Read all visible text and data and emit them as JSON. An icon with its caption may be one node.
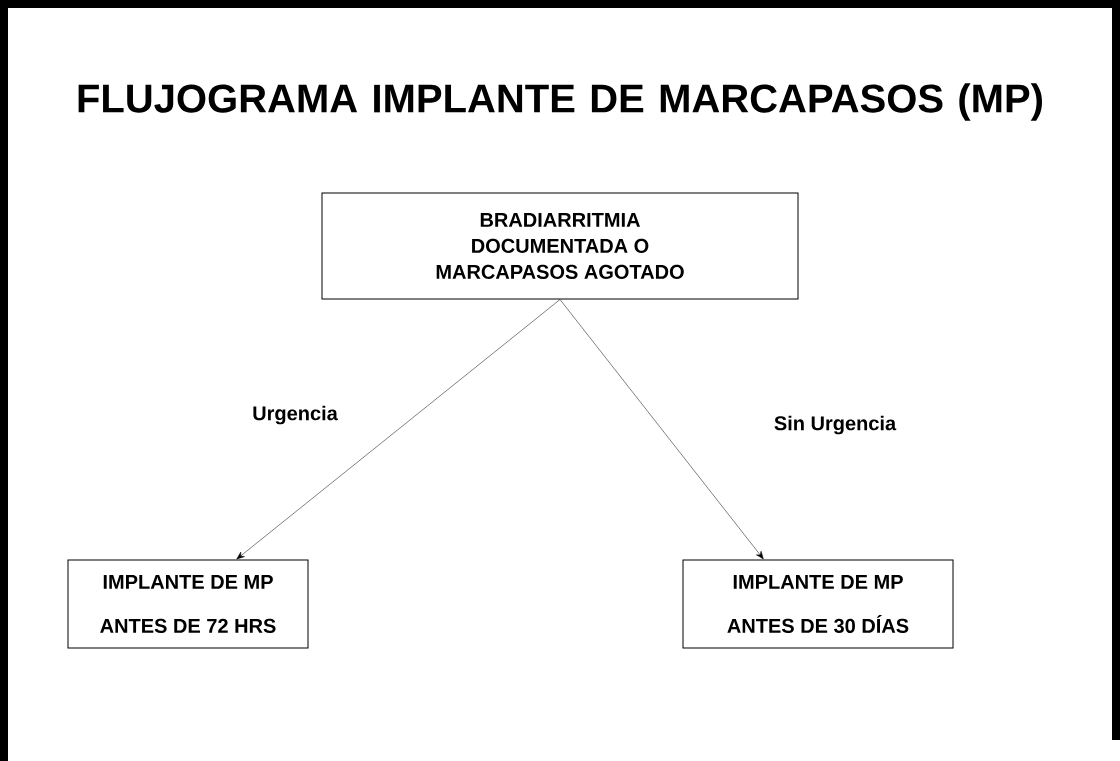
{
  "diagram": {
    "title": "FLUJOGRAMA IMPLANTE DE MARCAPASOS (MP)",
    "nodes": [
      {
        "text": [
          "BRADIARRITMIA DOCUMENTADA O MARCAPASOS AGOTADO"
        ]
      },
      {
        "text": [
          "IMPLANTE DE MP ANTES DE 72 HRS"
        ]
      },
      {
        "text": [
          "IMPLANTE DE MP ANTES DE 30 DÍAS"
        ]
      }
    ],
    "edges": [
      {
        "from": 0,
        "to": 1,
        "arrow": "to",
        "label": "Urgencia"
      },
      {
        "from": 0,
        "to": 2,
        "arrow": "to",
        "label": "Sin Urgencia"
      }
    ]
  }
}
